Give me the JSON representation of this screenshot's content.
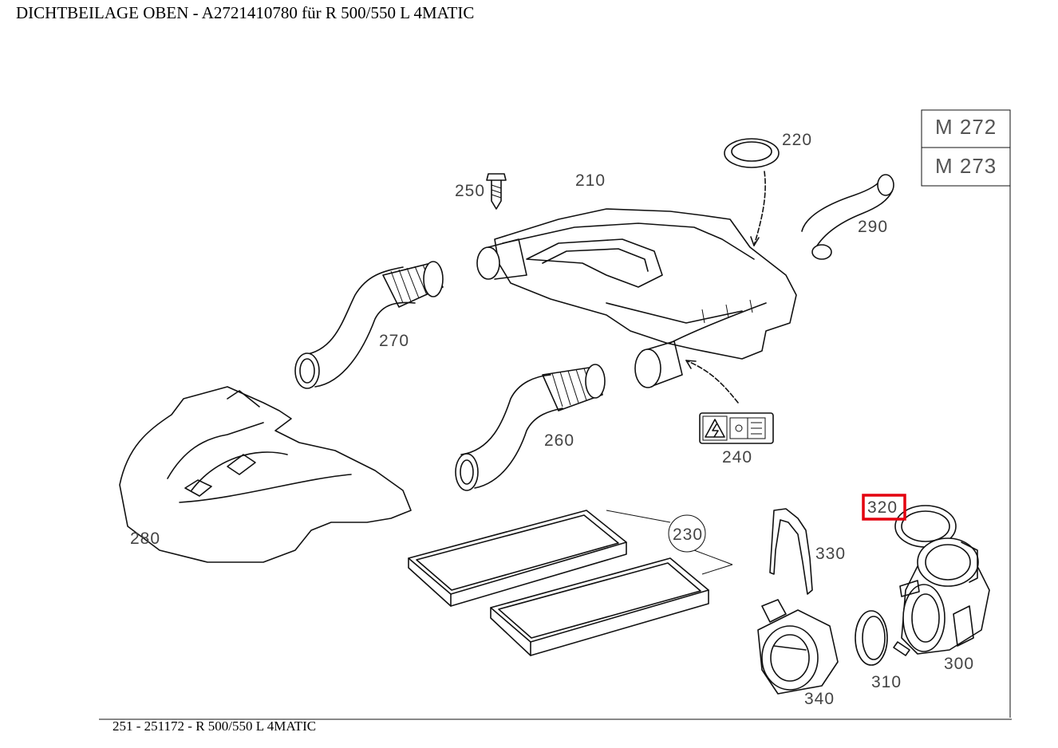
{
  "header": {
    "title": "DICHTBEILAGE OBEN - A2721410780 für R 500/550 L 4MATIC"
  },
  "engine_box": {
    "row1": "M 272",
    "row2": "M 273"
  },
  "parts": [
    {
      "id": "p210",
      "number": "210"
    },
    {
      "id": "p220",
      "number": "220"
    },
    {
      "id": "p230",
      "number": "230"
    },
    {
      "id": "p240",
      "number": "240"
    },
    {
      "id": "p250",
      "number": "250"
    },
    {
      "id": "p260",
      "number": "260"
    },
    {
      "id": "p270",
      "number": "270"
    },
    {
      "id": "p280",
      "number": "280"
    },
    {
      "id": "p290",
      "number": "290"
    },
    {
      "id": "p300",
      "number": "300"
    },
    {
      "id": "p310",
      "number": "310"
    },
    {
      "id": "p320",
      "number": "320",
      "highlighted": true
    },
    {
      "id": "p330",
      "number": "330"
    },
    {
      "id": "p340",
      "number": "340"
    }
  ],
  "highlight_color": "#e3000f",
  "footer": {
    "text": "251 - 251172 - R 500/550 L 4MATIC"
  }
}
